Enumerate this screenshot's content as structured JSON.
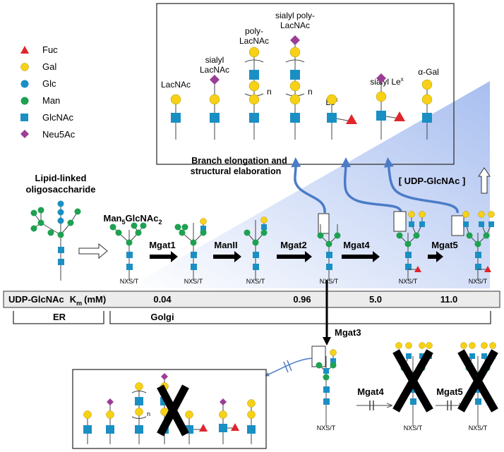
{
  "legend": {
    "items": [
      {
        "name": "Fuc",
        "shape": "triangle",
        "color": "#e0262b"
      },
      {
        "name": "Gal",
        "shape": "circle",
        "color": "#f7d117"
      },
      {
        "name": "Glc",
        "shape": "circle",
        "color": "#1a8fc4"
      },
      {
        "name": "Man",
        "shape": "circle",
        "color": "#1ea151"
      },
      {
        "name": "GlcNAc",
        "shape": "square",
        "color": "#1a8fc4"
      },
      {
        "name": "Neu5Ac",
        "shape": "diamond",
        "color": "#9b3d96"
      }
    ]
  },
  "top_box": {
    "structures": [
      {
        "label1": "",
        "label2": "LacNAc"
      },
      {
        "label1": "sialyl",
        "label2": "LacNAc"
      },
      {
        "label1": "poly-",
        "label2": "LacNAc",
        "repeat": "n"
      },
      {
        "label1": "sialyl poly-",
        "label2": "LacNAc",
        "repeat": "n"
      },
      {
        "label1": "",
        "label2": "Le",
        "sup": "x"
      },
      {
        "label1": "",
        "label2": "sialyl Le",
        "sup": "x"
      },
      {
        "label1": "",
        "label2": "α-Gal"
      }
    ]
  },
  "labels": {
    "branch_line1": "Branch elongation and",
    "branch_line2": "structural elaboration",
    "udp_bracket": "[ UDP-GlcNAc ]",
    "lipid_line1": "Lipid-linked",
    "lipid_line2": "oligosaccharide",
    "man5_base": "Man",
    "man5_sub1": "5",
    "man5_mid": "GlcNAc",
    "man5_sub2": "2",
    "nxst": "NXS/T"
  },
  "enzymes": {
    "mgat1": "Mgat1",
    "manii": "ManII",
    "mgat2": "Mgat2",
    "mgat4": "Mgat4",
    "mgat5": "Mgat5",
    "mgat3": "Mgat3",
    "mgat4_lower": "Mgat4",
    "mgat5_lower": "Mgat5"
  },
  "km_bar": {
    "title": "UDP-GlcNAc",
    "km_label": "K",
    "km_sub": "m",
    "km_unit": "(mM)",
    "values": [
      "0.04",
      "0.96",
      "5.0",
      "11.0"
    ]
  },
  "compartments": {
    "er": "ER",
    "golgi": "Golgi"
  },
  "bottom_box": {
    "repeat": "n"
  },
  "colors": {
    "fuc": "#e0262b",
    "gal": "#f7d117",
    "glc": "#1a8fc4",
    "man": "#1ea151",
    "glcnac": "#1a8fc4",
    "neu5ac": "#9b3d96",
    "arrow_blue": "#4a7cc7",
    "wedge": "#a9bff0",
    "bar_fill": "#ececec"
  }
}
